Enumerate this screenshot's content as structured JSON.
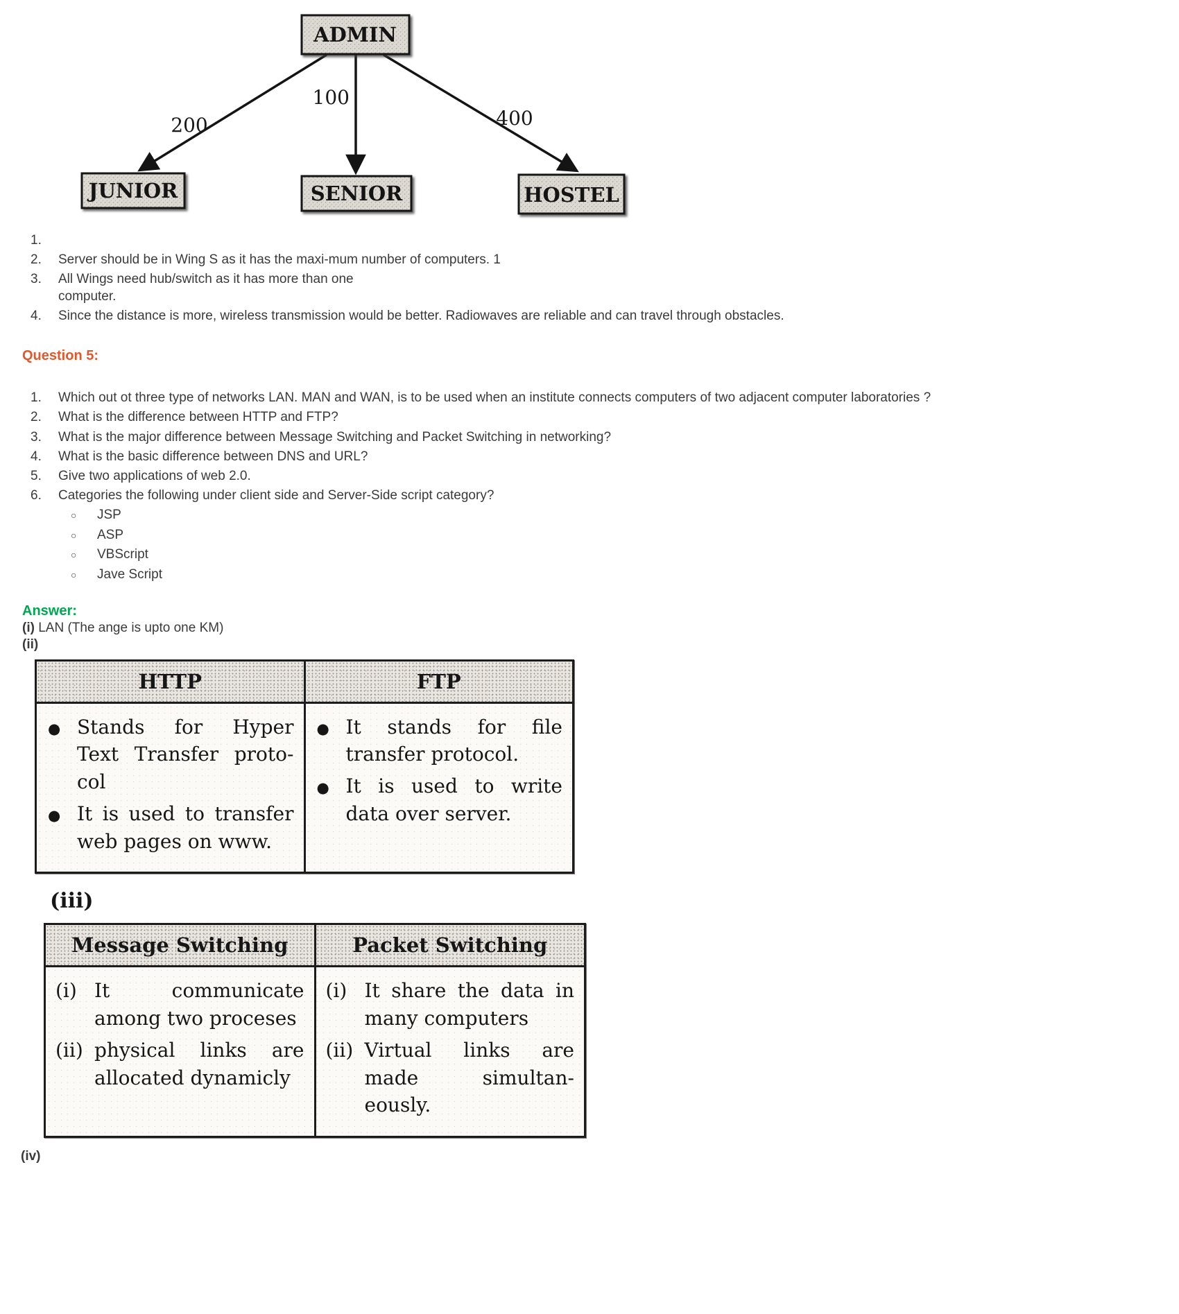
{
  "colors": {
    "question_heading": "#e2572c",
    "answer_heading": "#00a651",
    "body_text": "#3a3a3a"
  },
  "glyphs": {
    "bullet_filled": "●",
    "bullet_open": "○"
  },
  "diagram": {
    "nodes": {
      "admin": "ADMIN",
      "junior": "JUNIOR",
      "senior": "SENIOR",
      "hostel": "HOSTEL"
    },
    "edge_labels": {
      "junior": "200",
      "senior": "100",
      "hostel": "400"
    }
  },
  "top_list": [
    {
      "num": "1.",
      "text": ""
    },
    {
      "num": "2.",
      "text": "Server should be in Wing S as it has the maxi-mum number of computers. 1"
    },
    {
      "num": "3.",
      "text": "All Wings need hub/switch as it has more than one computer."
    },
    {
      "num": "4.",
      "text": "Since the distance is more, wireless transmission would be better. Radiowaves are reliable and can travel through obstacles."
    }
  ],
  "question5": {
    "heading": "Question 5:",
    "items": [
      {
        "num": "1.",
        "text": "Which out ot three type of networks LAN. MAN and WAN, is to be used when an institute connects computers of two adjacent computer laboratories ?"
      },
      {
        "num": "2.",
        "text": "What is the difference between HTTP and FTP?"
      },
      {
        "num": "3.",
        "text": "What is the major difference between Message Switching and Packet Switching in networking?"
      },
      {
        "num": "4.",
        "text": "What is the basic difference between DNS and URL?"
      },
      {
        "num": "5.",
        "text": "Give two applications of web 2.0."
      },
      {
        "num": "6.",
        "text": "Categories the following under client side and Server-Side script category?"
      }
    ],
    "script_options": [
      "JSP",
      "ASP",
      "VBScript",
      "Jave Script"
    ]
  },
  "answer": {
    "heading": "Answer:",
    "part_i_label": "(i)",
    "part_i_text": " LAN (The ange is upto one KM)",
    "part_ii_label": "(ii)",
    "part_iii_label": "(iii)",
    "part_iv_label": "(iv)"
  },
  "http_ftp_table": {
    "headers": [
      "HTTP",
      "FTP"
    ],
    "http_points": [
      "Stands for Hyper Text Transfer proto-col",
      "It is used to transfer web pages on www."
    ],
    "ftp_points": [
      "It stands for file transfer protocol.",
      "It is used to write data over server."
    ]
  },
  "switching_table": {
    "headers": [
      "Message Switching",
      "Packet Switching"
    ],
    "message_points": [
      {
        "num": "(i)",
        "text": "It communicate among two proceses"
      },
      {
        "num": "(ii)",
        "text": "physical links are allocated dynamicly"
      }
    ],
    "packet_points": [
      {
        "num": "(i)",
        "text": "It share the data in many computers"
      },
      {
        "num": "(ii)",
        "text": "Virtual links are made simultan-eously."
      }
    ]
  }
}
